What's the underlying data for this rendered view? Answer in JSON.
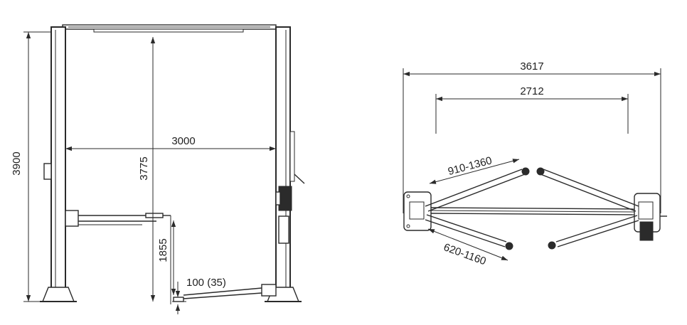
{
  "front_view": {
    "dimensions": {
      "overall_height": "3900",
      "inner_height": "3775",
      "inner_width": "3000",
      "lift_height": "1855",
      "min_height": "100 (35)"
    }
  },
  "top_view": {
    "dimensions": {
      "overall_length": "3617",
      "inner_length": "2712",
      "long_arm_range": "910-1360",
      "short_arm_range": "620-1160"
    }
  }
}
